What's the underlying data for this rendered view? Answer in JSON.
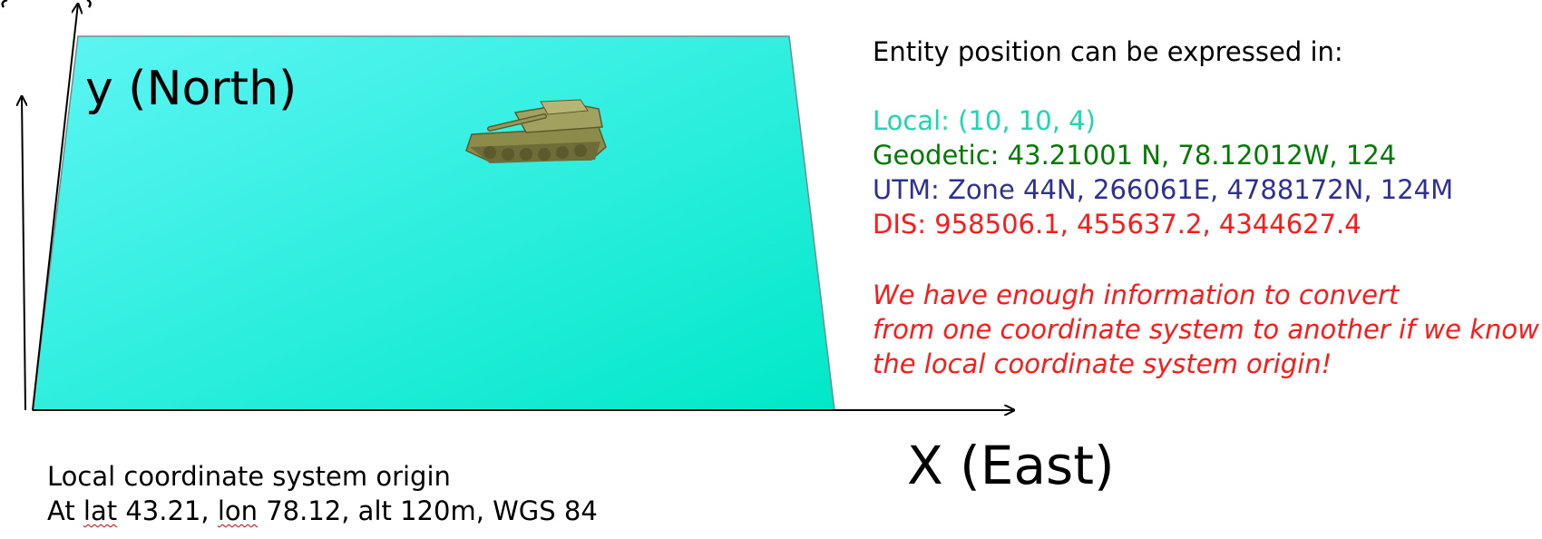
{
  "axes": {
    "y_label": "y (North)",
    "x_label": "X (East)"
  },
  "info": {
    "heading": "Entity position can be expressed in:",
    "local": "Local: (10, 10, 4)",
    "geodetic": "Geodetic: 43.21001 N, 78.12012W, 124",
    "utm": "UTM: Zone 44N, 266061E, 4788172N, 124M",
    "dis": "DIS: 958506.1, 455637.2, 4344627.4",
    "note_line1": "We have enough information to convert",
    "note_line2": "from one coordinate system to another if we know",
    "note_line3": "the local coordinate system origin!"
  },
  "origin": {
    "line1": "Local coordinate system origin",
    "line2_a": "At ",
    "line2_lat": "lat",
    "line2_b": " 43.21, ",
    "line2_lon": "lon",
    "line2_c": " 78.12, alt 120m, WGS 84"
  },
  "colors": {
    "plane_light": "#5ef5f5",
    "plane_dark": "#00e8c8",
    "local": "#1ed6b0",
    "geodetic": "#007a00",
    "utm": "#2e3192",
    "dis": "#ff1a1a",
    "note": "#ff1a1a",
    "tank_body": "#8c8b4a",
    "tank_dark": "#5c5a2c"
  },
  "icons": {
    "entity": "tank-icon"
  }
}
